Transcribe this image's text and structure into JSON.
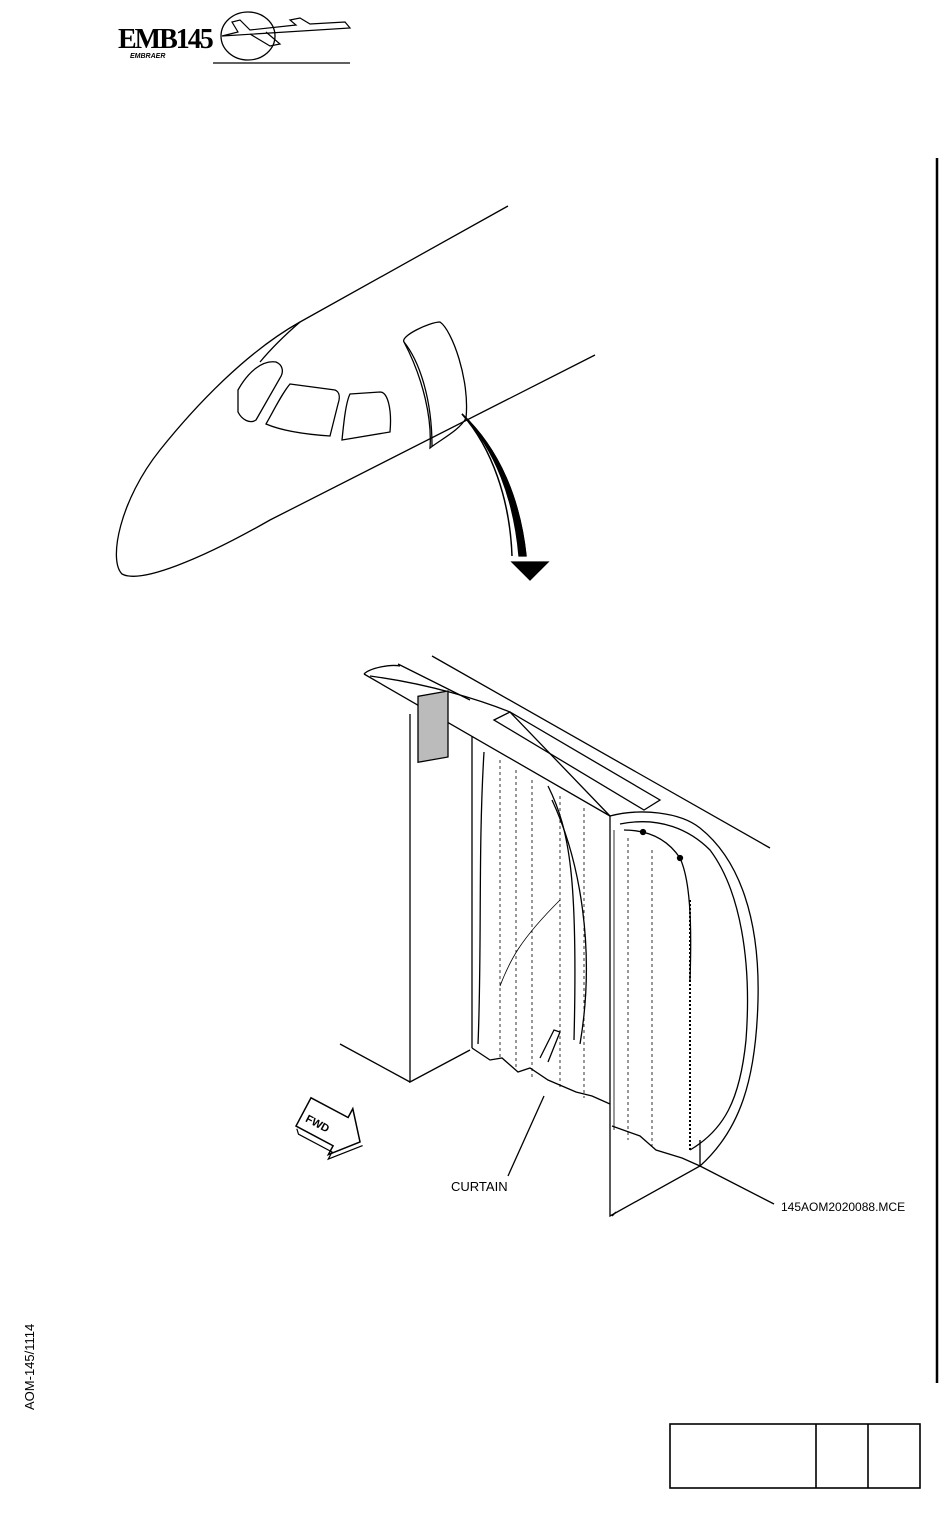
{
  "header": {
    "logo_text": "EMB145",
    "logo_maker": "EMBRAER"
  },
  "callouts": {
    "curtain": "CURTAIN",
    "fwd": "FWD"
  },
  "figure": {
    "file_ref": "145AOM2020088.MCE"
  },
  "margin": {
    "doc_ref": "AOM-145/1114"
  }
}
